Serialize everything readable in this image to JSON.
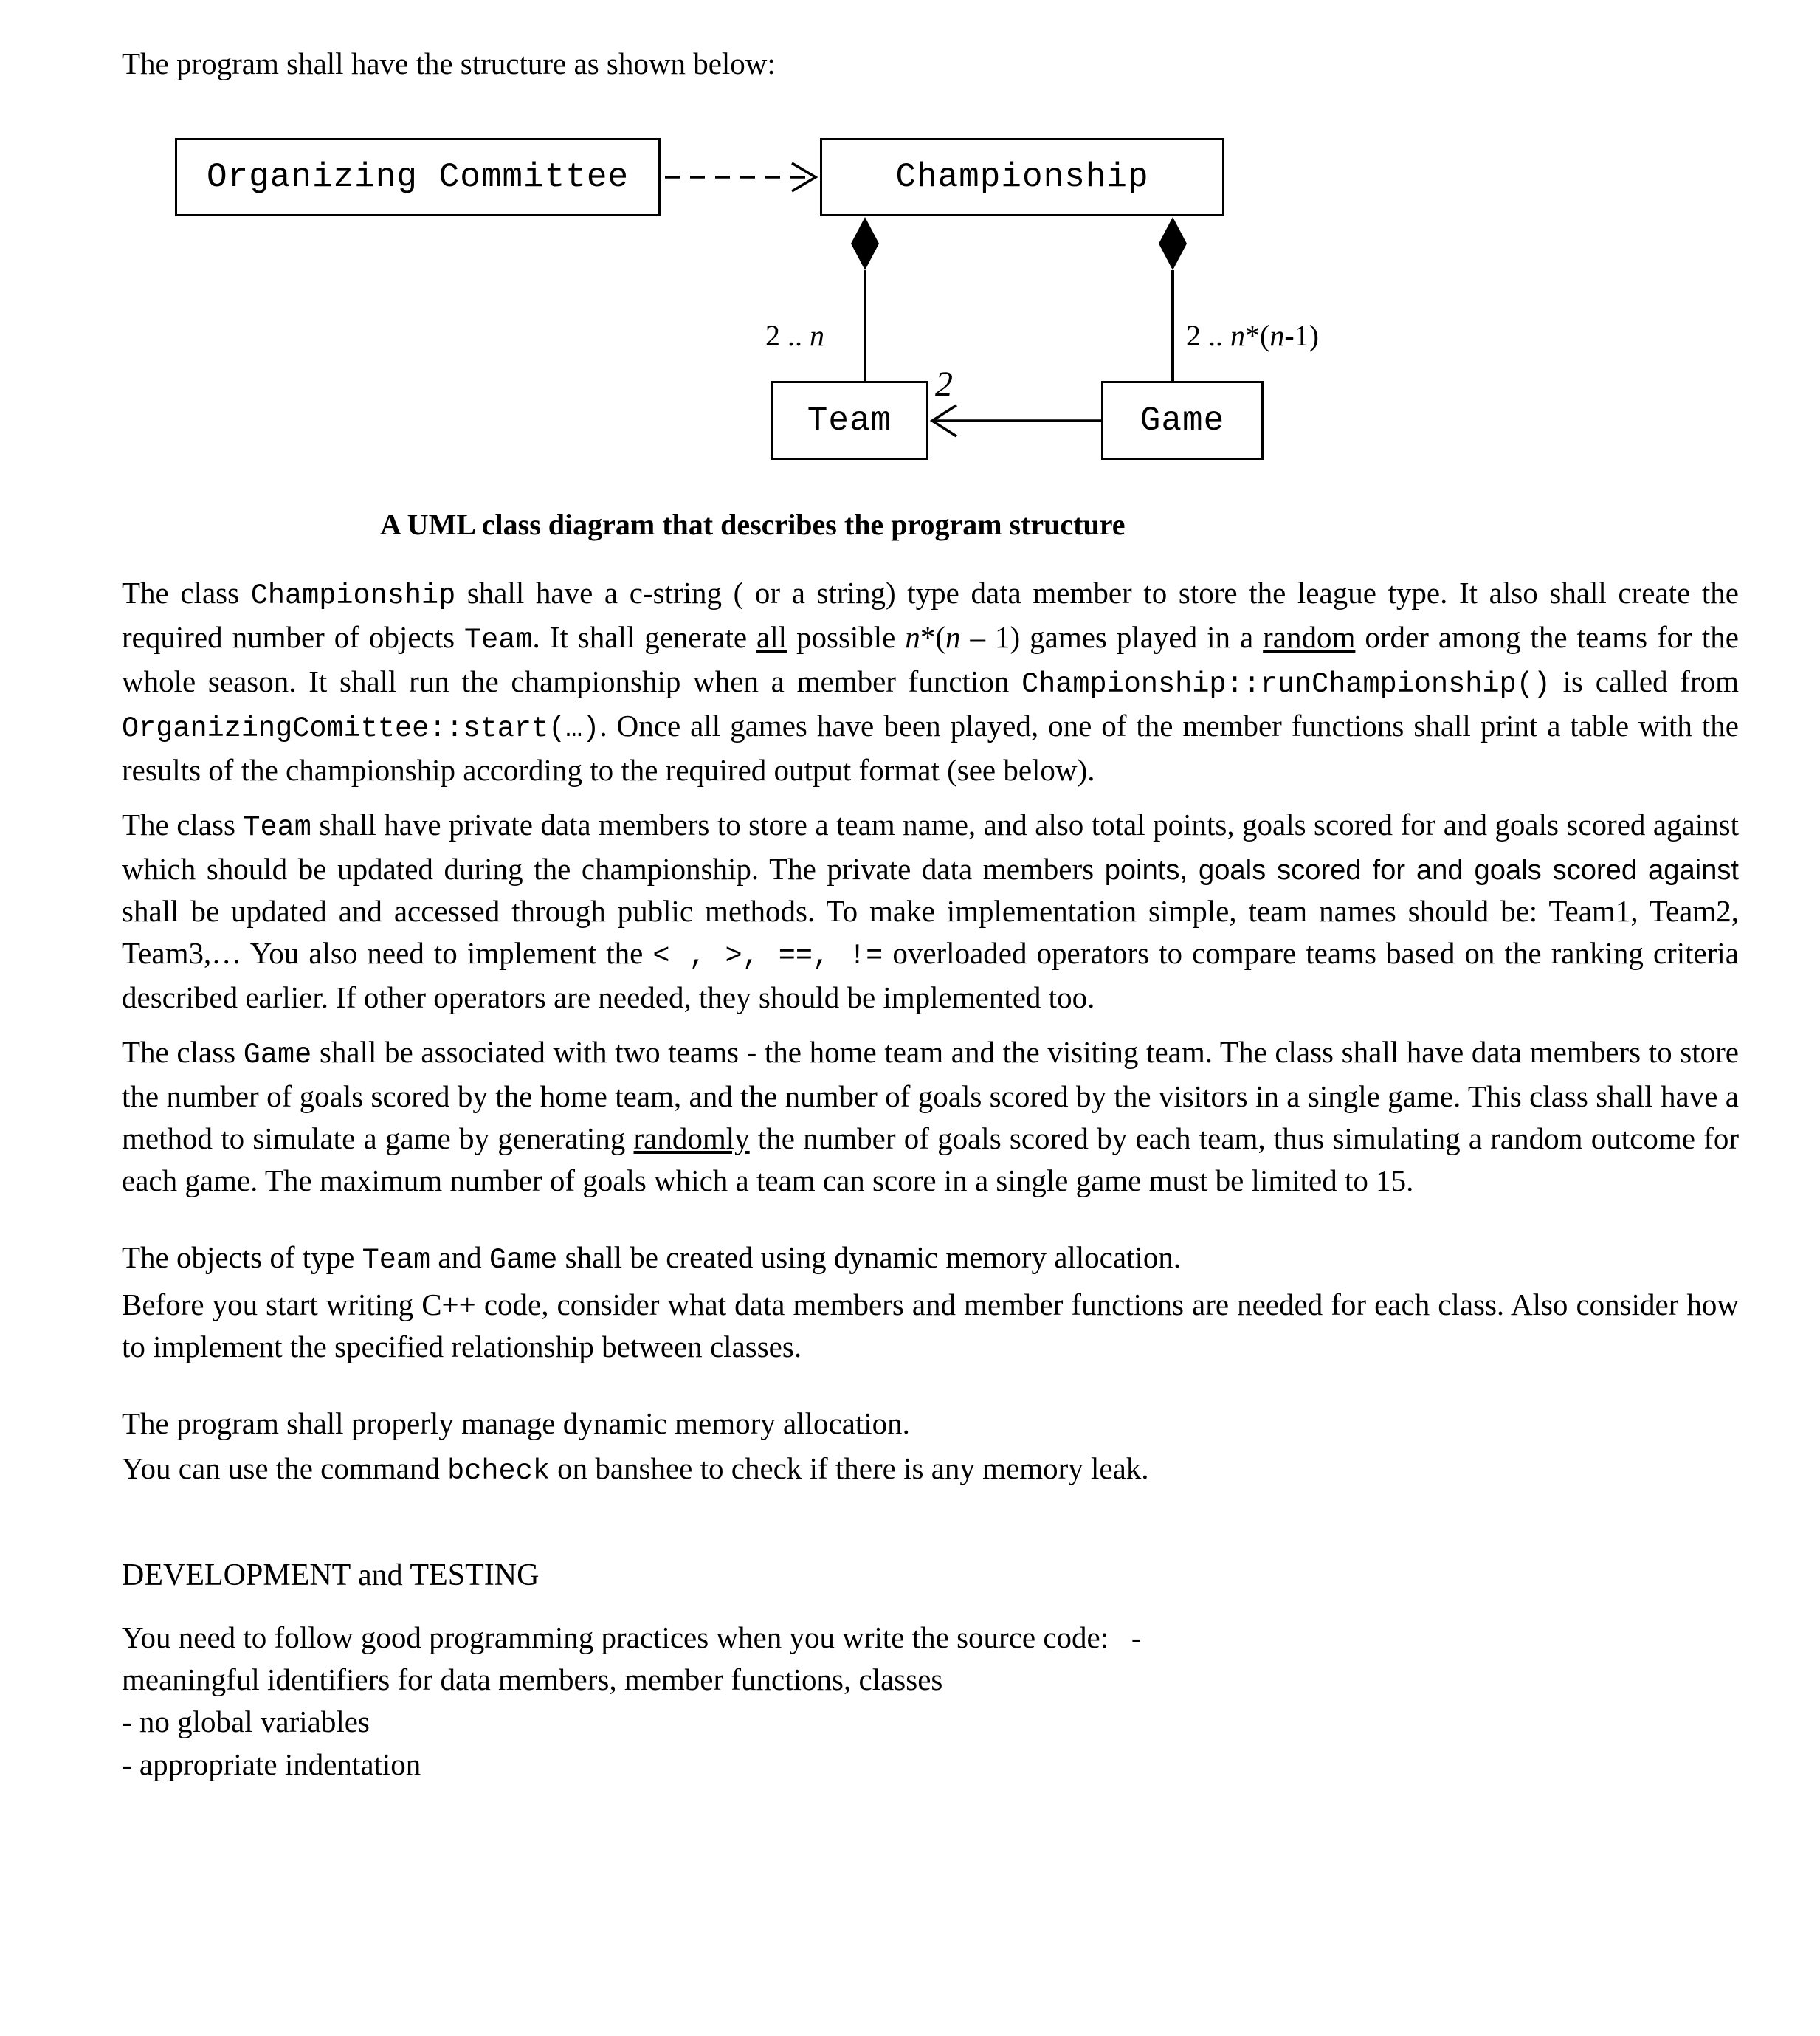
{
  "intro": "The program shall have the structure as shown below:",
  "diagram": {
    "committee_label": "Organizing Committee",
    "championship_label": "Championship",
    "team_label": "Team",
    "game_label": "Game",
    "team_multiplicity": [
      {
        "t": "2 .. "
      },
      {
        "t": "n",
        "s": "i"
      }
    ],
    "game_multiplicity": [
      {
        "t": "2 .. "
      },
      {
        "t": "n",
        "s": "i"
      },
      {
        "t": "*("
      },
      {
        "t": "n",
        "s": "i"
      },
      {
        "t": "-1)"
      }
    ],
    "association_label": "2",
    "caption": "A UML class diagram that describes the program structure"
  },
  "paragraphs": {
    "championship": [
      {
        "t": "The class "
      },
      {
        "t": "Championship",
        "s": "mono"
      },
      {
        "t": " shall have a c-string ( or a string) type data member to store the league type. It also shall create the required number of objects "
      },
      {
        "t": "Team",
        "s": "mono"
      },
      {
        "t": ". It shall generate "
      },
      {
        "t": "all",
        "s": "u"
      },
      {
        "t": " possible "
      },
      {
        "t": "n",
        "s": "i"
      },
      {
        "t": "*("
      },
      {
        "t": "n",
        "s": "i"
      },
      {
        "t": " – 1) games played in a "
      },
      {
        "t": "random",
        "s": "u"
      },
      {
        "t": " order among the teams for the whole season. It shall run the championship when a member function "
      },
      {
        "t": "Championship::runChampionship()",
        "s": "mono"
      },
      {
        "t": " is called from "
      },
      {
        "t": "OrganizingComittee::start(…)",
        "s": "mono"
      },
      {
        "t": ". Once all games have been played, one of the member functions shall print a table with the results of the championship according to the required output format (see below)."
      }
    ],
    "team": [
      {
        "t": "The class "
      },
      {
        "t": "Team",
        "s": "mono"
      },
      {
        "t": " shall have private data members to store a team name, and also total points, goals scored for and goals scored against which should be updated during the championship. The private data members "
      },
      {
        "t": "points, goals scored for and goals scored against",
        "s": "sans"
      },
      {
        "t": " shall be updated and accessed through public methods. To make implementation simple, team names should be: Team1, Team2, Team3,… You also need to implement the "
      },
      {
        "t": "< , >, ==, !=",
        "s": "mono"
      },
      {
        "t": " overloaded operators to compare teams based on the ranking criteria described earlier. If other operators are needed, they should be implemented too."
      }
    ],
    "game": [
      {
        "t": "The class "
      },
      {
        "t": "Game",
        "s": "mono"
      },
      {
        "t": " shall be associated with two teams - the home team and the visiting team. The class shall have data members to store the number of goals scored by the home team, and the number of goals scored by the visitors in a single game. This class shall have a method to simulate a game by generating "
      },
      {
        "t": "randomly",
        "s": "u"
      },
      {
        "t": " the number of goals scored by each team, thus simulating a random outcome for each game. The maximum number of goals which a team can score in a single game must be limited to 15."
      }
    ],
    "objects": [
      {
        "t": "The objects of type "
      },
      {
        "t": "Team",
        "s": "mono"
      },
      {
        "t": " and "
      },
      {
        "t": "Game",
        "s": "mono"
      },
      {
        "t": " shall be created using dynamic memory allocation."
      }
    ],
    "before": "Before you start writing C++ code, consider what data members and member functions are needed for each class. Also consider how to implement the specified relationship between classes.",
    "memory": "The program shall properly manage dynamic memory allocation.",
    "bcheck": [
      {
        "t": "You can use the command "
      },
      {
        "t": "bcheck",
        "s": "mono"
      },
      {
        "t": " on banshee to check if there is any memory leak."
      }
    ]
  },
  "development": {
    "heading": "DEVELOPMENT and TESTING",
    "lines": [
      "You need to follow good programming practices when you write the source code:   -",
      "meaningful identifiers for data members, member functions, classes",
      "- no global variables",
      "- appropriate indentation"
    ]
  }
}
